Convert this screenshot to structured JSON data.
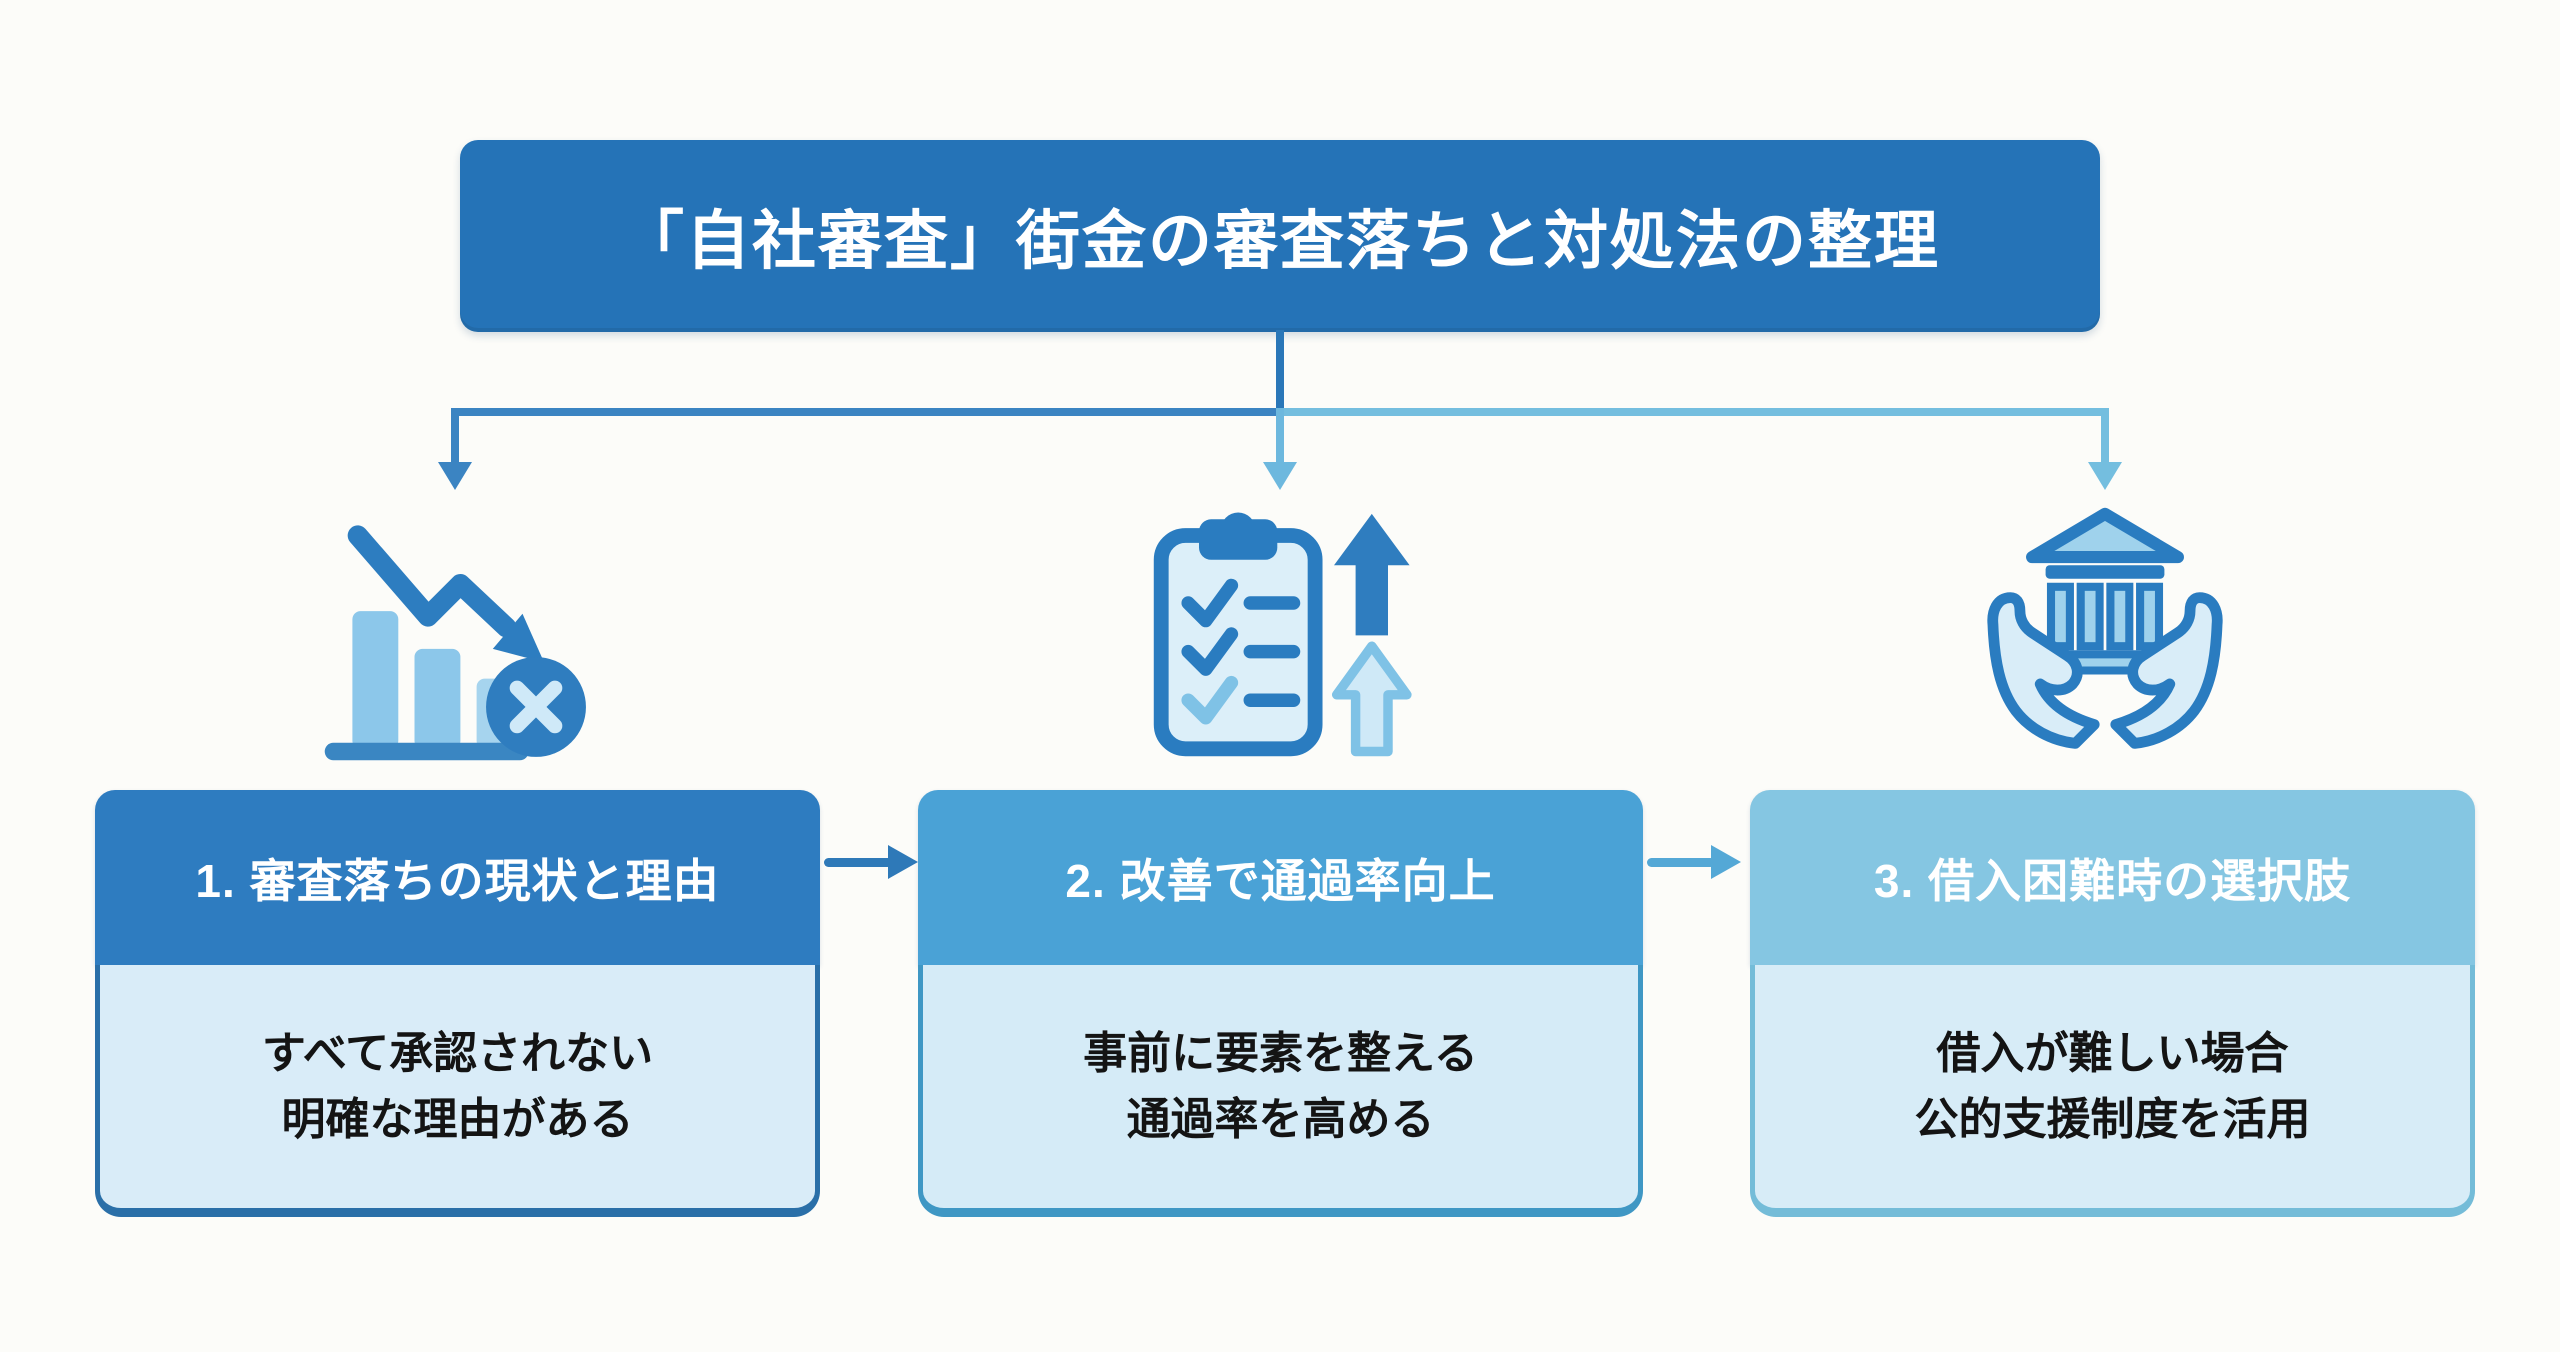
{
  "page": {
    "bg": "#fcfcf9"
  },
  "title": {
    "text": "「自社審査」街金の審査落ちと対処法の整理",
    "bg": "#2573b7",
    "color": "#ffffff"
  },
  "connectors": {
    "stem_color": "#2a77b8",
    "left_branch_color": "#3b84c2",
    "right_branch_color": "#74bedf",
    "left_arrow_color": "#3b84c2",
    "center_arrow_color": "#6db8de",
    "right_arrow_color": "#74bedf",
    "arrow_1_to_2_color": "#2e79b8",
    "arrow_2_to_3_color": "#54a8d6"
  },
  "columns": [
    {
      "icon": "declining-chart-rejected-icon",
      "header": {
        "label": "1. 審査落ちの現状と理由",
        "bg": "#2e7cc0",
        "color": "#ffffff"
      },
      "body": {
        "line1": "すべて承認されない",
        "line2": "明確な理由がある",
        "bg": "#d9ecf8",
        "border": "#2a6fa8",
        "color": "#141414"
      }
    },
    {
      "icon": "checklist-up-arrows-icon",
      "header": {
        "label": "2. 改善で通過率向上",
        "bg": "#4aa2d6",
        "color": "#ffffff"
      },
      "body": {
        "line1": "事前に要素を整える",
        "line2": "通過率を高める",
        "bg": "#d5ebf7",
        "border": "#3f97c4",
        "color": "#141414"
      }
    },
    {
      "icon": "hands-holding-bank-icon",
      "header": {
        "label": "3. 借入困難時の選択肢",
        "bg": "#85c6e2",
        "color": "#ffffff"
      },
      "body": {
        "line1": "借入が難しい場合",
        "line2": "公的支援制度を活用",
        "bg": "#d7ecf7",
        "border": "#74bcd8",
        "color": "#141414"
      }
    }
  ]
}
